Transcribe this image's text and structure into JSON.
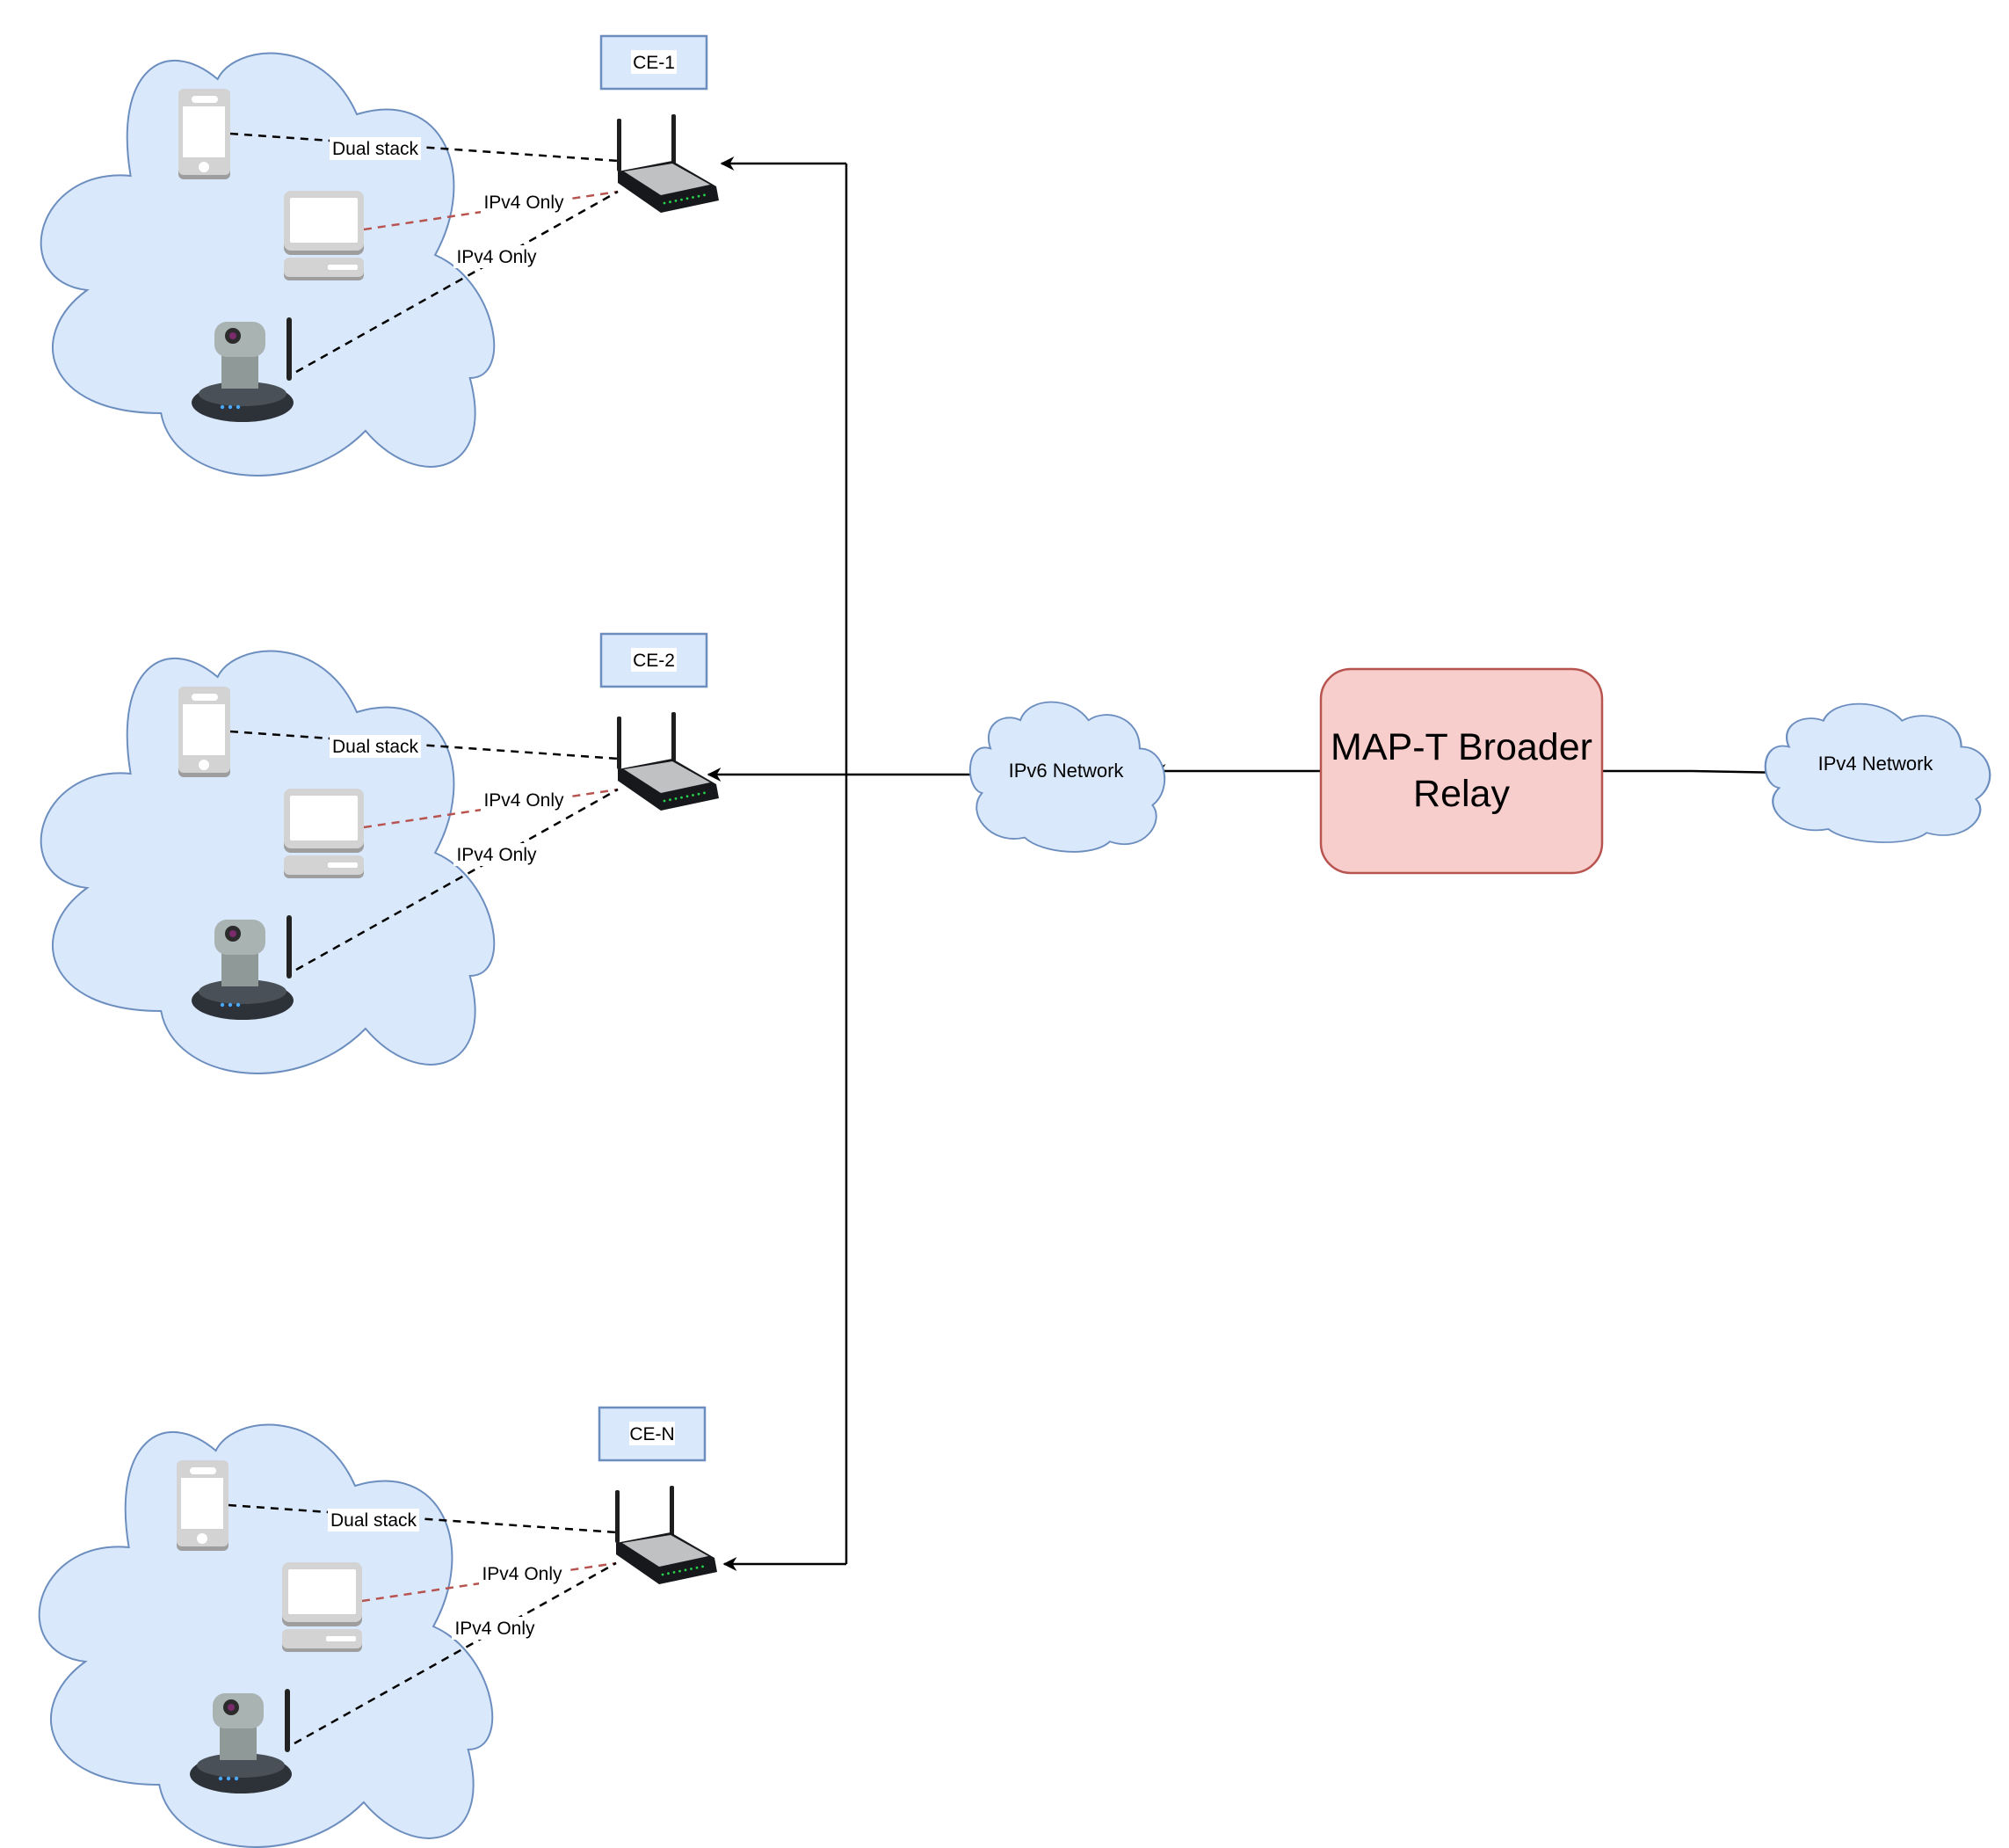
{
  "diagram": {
    "title": "MAP-T network topology",
    "colors": {
      "cloud_fill": "#dae8fc",
      "cloud_stroke": "#6c8ebf",
      "relay_fill": "#f8cecc",
      "relay_stroke": "#b85450",
      "ipv4_only_link": "#b85450",
      "dual_stack_link": "#000000"
    },
    "ce_groups": [
      {
        "ce_label": "CE-1",
        "devices": [
          {
            "type": "smartphone",
            "link_label": "Dual stack",
            "link_style": "black-dashed"
          },
          {
            "type": "desktop-computer",
            "link_label": "IPv4 Only",
            "link_style": "red-dashed"
          },
          {
            "type": "ip-camera",
            "link_label": "IPv4 Only",
            "link_style": "black-dashed"
          }
        ]
      },
      {
        "ce_label": "CE-2",
        "devices": [
          {
            "type": "smartphone",
            "link_label": "Dual stack",
            "link_style": "black-dashed"
          },
          {
            "type": "desktop-computer",
            "link_label": "IPv4 Only",
            "link_style": "red-dashed"
          },
          {
            "type": "ip-camera",
            "link_label": "IPv4 Only",
            "link_style": "black-dashed"
          }
        ]
      },
      {
        "ce_label": "CE-N",
        "devices": [
          {
            "type": "smartphone",
            "link_label": "Dual stack",
            "link_style": "black-dashed"
          },
          {
            "type": "desktop-computer",
            "link_label": "IPv4 Only",
            "link_style": "red-dashed"
          },
          {
            "type": "ip-camera",
            "link_label": "IPv4 Only",
            "link_style": "black-dashed"
          }
        ]
      }
    ],
    "ipv6_network": {
      "label": "IPv6 Network"
    },
    "relay": {
      "line1": "MAP-T Broader",
      "line2": "Relay"
    },
    "ipv4_network": {
      "label": "IPv4 Network"
    }
  }
}
